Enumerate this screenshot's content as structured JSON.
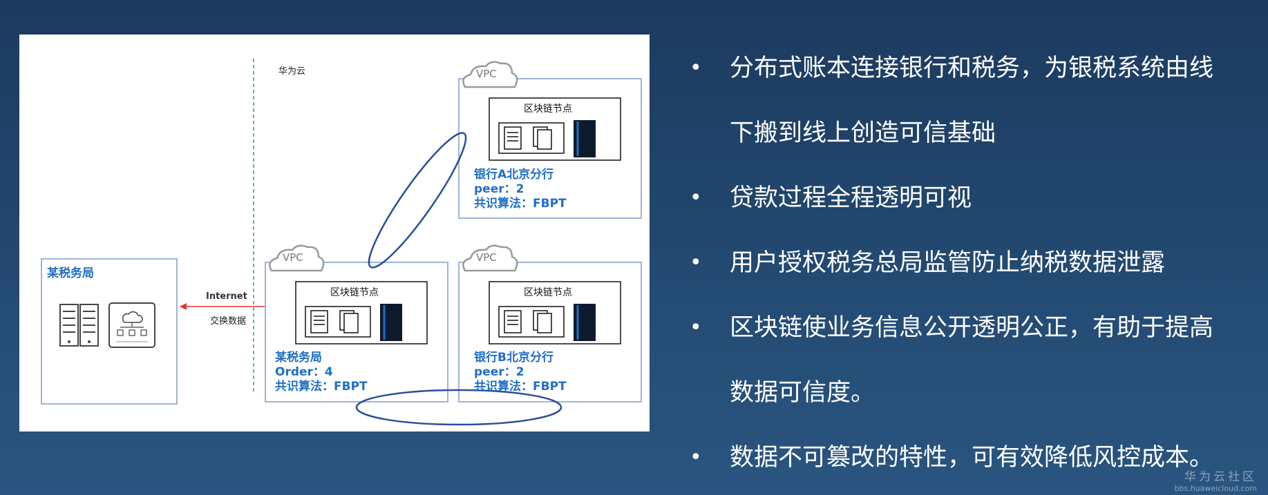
{
  "diagram": {
    "cloud_region_label": "华为云",
    "vpc_label": "VPC",
    "blockchain_node_label": "区块链节点",
    "tax_office_box": {
      "title": "某税务局"
    },
    "internet_link": {
      "label": "Internet",
      "sublabel": "交换数据"
    },
    "nodes": {
      "bank_a": {
        "name": "银行A北京分行",
        "line2": "peer：2",
        "line3": "共识算法：FBPT"
      },
      "tax_office": {
        "name": "某税务局",
        "line2": "Order：4",
        "line3": "共识算法：FBPT"
      },
      "bank_b": {
        "name": "银行B北京分行",
        "line2": "peer：2",
        "line3": "共识算法：FBPT"
      }
    },
    "colors": {
      "accent_blue": "#1f6fc4",
      "box_border": "#9fb4d6",
      "link_red": "#e33333",
      "ellipse_blue": "#2a4f9a",
      "divider_green": "#3a9a6a"
    }
  },
  "bullets": [
    {
      "text": "分布式账本连接银行和税务，为银税系统由线"
    },
    {
      "text": "下搬到线上创造可信基础"
    },
    {
      "text": "贷款过程全程透明可视"
    },
    {
      "text": "用户授权税务总局监管防止纳税数据泄露"
    },
    {
      "text": "区块链使业务信息公开透明公正，有助于提高"
    },
    {
      "text": "数据可信度。"
    },
    {
      "text": "数据不可篡改的特性，可有效降低风控成本。"
    }
  ],
  "bullet_dot": "•",
  "watermark": {
    "title": "华为云社区",
    "url": "bbs.huaweicloud.com"
  }
}
